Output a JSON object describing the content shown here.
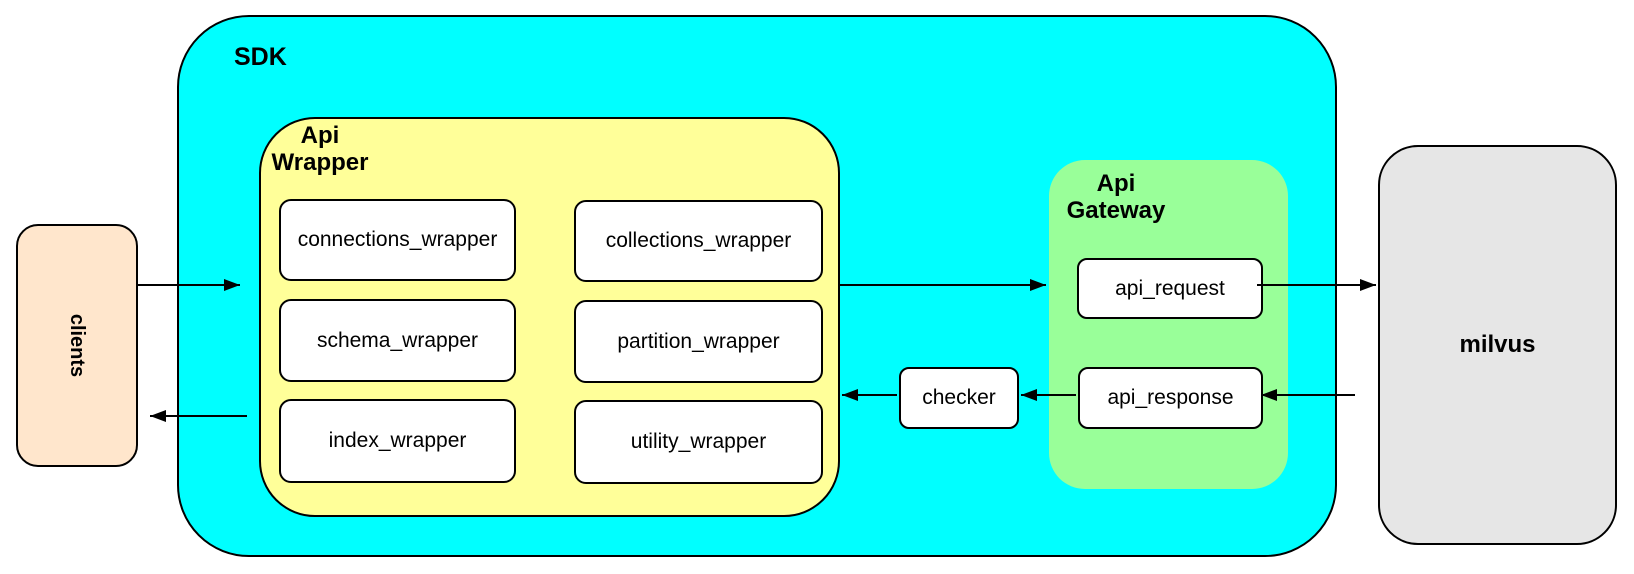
{
  "diagram": {
    "nodes": {
      "clients": {
        "label": "clients",
        "color": "#FFE6CC"
      },
      "sdk": {
        "label": "SDK",
        "color": "#00FFFF"
      },
      "api_wrapper": {
        "label_line1": "Api",
        "label_line2": "Wrapper",
        "color": "#FFFF99",
        "boxes": [
          "connections_wrapper",
          "collections_wrapper",
          "schema_wrapper",
          "partition_wrapper",
          "index_wrapper",
          "utility_wrapper"
        ]
      },
      "checker": {
        "label": "checker",
        "color": "#FFFFFF"
      },
      "api_gateway": {
        "label_line1": "Api",
        "label_line2": "Gateway",
        "color": "#99FF99",
        "boxes": [
          "api_request",
          "api_response"
        ]
      },
      "milvus": {
        "label": "milvus",
        "color": "#E6E6E6"
      }
    },
    "arrow_color": "#000000"
  }
}
